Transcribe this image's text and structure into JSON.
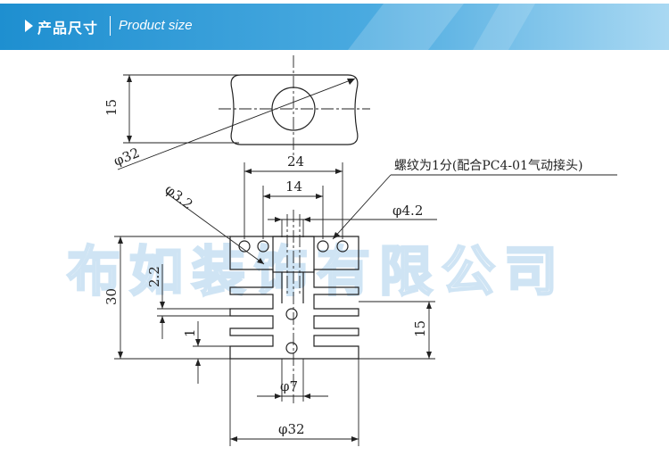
{
  "header": {
    "title": "产品尺寸",
    "subtitle": "Product size",
    "colors": {
      "gradient_start": "#1e8fd0",
      "gradient_end": "#a9d8f2"
    }
  },
  "watermark": {
    "text": "布如装饰有限公司"
  },
  "drawing": {
    "dimensions": {
      "top_height": "15",
      "top_diameter": "φ32",
      "width_24": "24",
      "width_14": "14",
      "hole_3_2": "φ3.2",
      "hole_4_2": "φ4.2",
      "fin_pitch": "2.2",
      "total_height": "30",
      "fin_thickness": "1",
      "lower_height": "15",
      "bore_7": "φ7",
      "bottom_diameter": "φ32"
    },
    "notes": {
      "thread_note": "螺纹为1分(配合PC4-01气动接头)"
    }
  }
}
